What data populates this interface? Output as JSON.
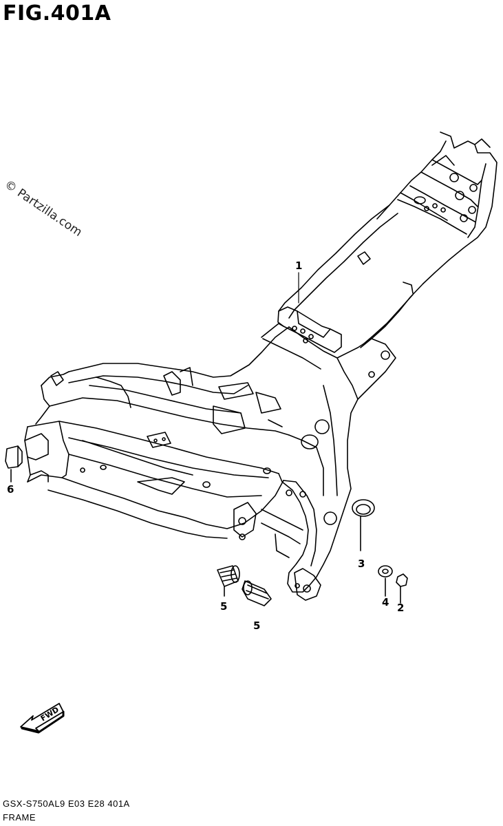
{
  "figure": {
    "title": "FIG.401A",
    "watermark": "© Partzilla.com"
  },
  "callouts": {
    "part1": "1",
    "part2": "2",
    "part3": "3",
    "part4": "4",
    "part5a": "5",
    "part5b": "5",
    "part6": "6"
  },
  "fwd_arrow": {
    "label": "FWD"
  },
  "footer": {
    "model_code": "GSX-S750AL9 E03 E28 401A",
    "section_name": "FRAME"
  },
  "icons": [
    "frame-drawing",
    "fwd-arrow-icon",
    "bushing",
    "washer",
    "bolt",
    "cap"
  ]
}
